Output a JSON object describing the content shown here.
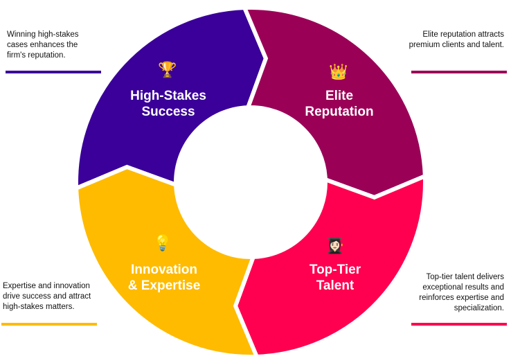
{
  "segments": [
    {
      "title_line1": "High-Stakes",
      "title_line2": "Success",
      "icon": "trophy-icon",
      "emoji": "🏆",
      "color": "#3a0099",
      "note": "Winning high-stakes cases enhances the firm's reputation."
    },
    {
      "title_line1": "Elite",
      "title_line2": "Reputation",
      "icon": "crown-icon",
      "emoji": "👑",
      "color": "#9b0057",
      "note": "Elite reputation attracts premium clients and talent."
    },
    {
      "title_line1": "Top-Tier",
      "title_line2": "Talent",
      "icon": "graduate-icon",
      "emoji": "👩🏻‍🎓",
      "color": "#ff0050",
      "note": "Top-tier talent delivers exceptional results and reinforces expertise and specialization."
    },
    {
      "title_line1": "Innovation",
      "title_line2": "& Expertise",
      "icon": "lightbulb-icon",
      "emoji": "💡",
      "color": "#ffbb00",
      "note": "Expertise and innovation drive success and attract high-stakes matters."
    }
  ]
}
